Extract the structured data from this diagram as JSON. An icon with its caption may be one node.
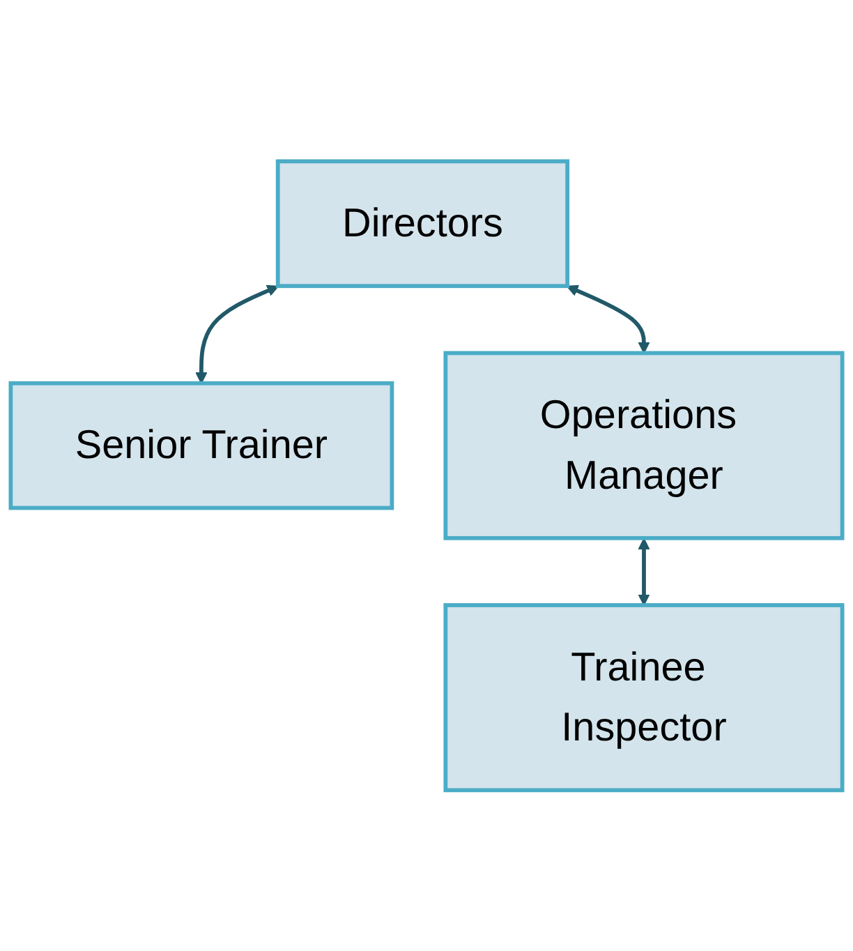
{
  "diagram": {
    "nodes": [
      {
        "text": [
          "Directors"
        ]
      },
      {
        "text": [
          "Senior Trainer"
        ]
      },
      {
        "text": [
          "Operations Manager"
        ]
      },
      {
        "text": [
          "Trainee Inspector"
        ]
      }
    ],
    "edges": [
      {
        "from": 0,
        "to": 1,
        "arrow": "both"
      },
      {
        "from": 0,
        "to": 2,
        "arrow": "both"
      },
      {
        "from": 2,
        "to": 3,
        "arrow": "both"
      }
    ]
  }
}
